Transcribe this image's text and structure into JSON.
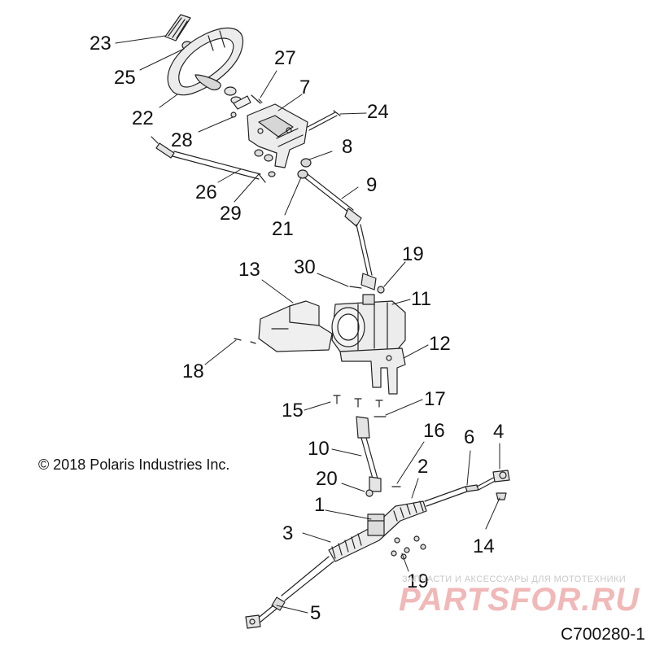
{
  "diagram": {
    "copyright": "© 2018 Polaris Industries Inc.",
    "figure_id": "C700280-1",
    "callouts": [
      {
        "id": "c23",
        "text": "23"
      },
      {
        "id": "c25",
        "text": "25"
      },
      {
        "id": "c22",
        "text": "22"
      },
      {
        "id": "c27",
        "text": "27"
      },
      {
        "id": "c7",
        "text": "7"
      },
      {
        "id": "c24",
        "text": "24"
      },
      {
        "id": "c28",
        "text": "28"
      },
      {
        "id": "c8",
        "text": "8"
      },
      {
        "id": "c26",
        "text": "26"
      },
      {
        "id": "c29",
        "text": "29"
      },
      {
        "id": "c9",
        "text": "9"
      },
      {
        "id": "c21",
        "text": "21"
      },
      {
        "id": "c13",
        "text": "13"
      },
      {
        "id": "c30",
        "text": "30"
      },
      {
        "id": "c19a",
        "text": "19"
      },
      {
        "id": "c11",
        "text": "11"
      },
      {
        "id": "c12",
        "text": "12"
      },
      {
        "id": "c18",
        "text": "18"
      },
      {
        "id": "c15",
        "text": "15"
      },
      {
        "id": "c17",
        "text": "17"
      },
      {
        "id": "c16",
        "text": "16"
      },
      {
        "id": "c6",
        "text": "6"
      },
      {
        "id": "c4",
        "text": "4"
      },
      {
        "id": "c10",
        "text": "10"
      },
      {
        "id": "c2",
        "text": "2"
      },
      {
        "id": "c20",
        "text": "20"
      },
      {
        "id": "c1",
        "text": "1"
      },
      {
        "id": "c14",
        "text": "14"
      },
      {
        "id": "c3",
        "text": "3"
      },
      {
        "id": "c19b",
        "text": "19"
      },
      {
        "id": "c5",
        "text": "5"
      }
    ]
  },
  "watermark": {
    "tagline": "ЗАПЧАСТИ И АКСЕССУАРЫ ДЛЯ МОТОТЕХНИКИ",
    "brand": "PARTSFOR.RU",
    "brand_color": "#e88c8c"
  }
}
